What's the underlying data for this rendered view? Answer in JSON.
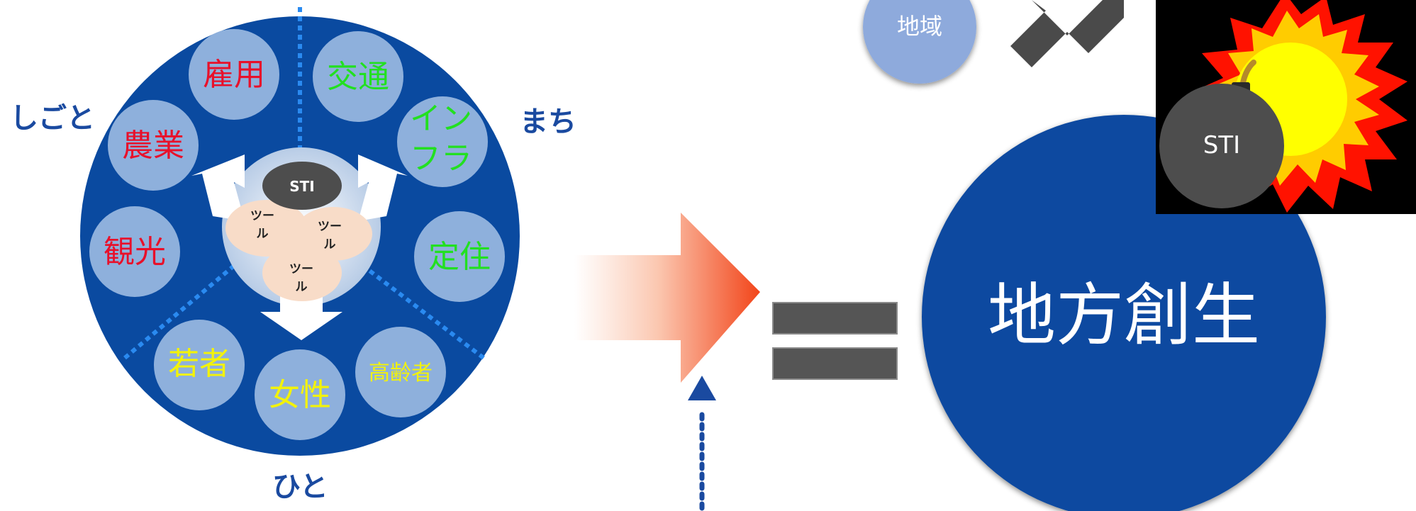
{
  "labels": {
    "shigoto": "しごと",
    "machi": "まち",
    "hito": "ひと"
  },
  "items": {
    "koyou": "雇用",
    "nougyou": "農業",
    "kankou": "観光",
    "koutsu": "交通",
    "infra_line1": "イン",
    "infra_line2": "フラ",
    "teijuu": "定住",
    "wakamono": "若者",
    "josei": "女性",
    "koureisha": "高齢者"
  },
  "hub": {
    "sti": "STI",
    "tool1_line1": "ツー",
    "tool1_line2": "ル",
    "tool2_line1": "ツー",
    "tool2_line2": "ル",
    "tool3_line1": "ツー",
    "tool3_line2": "ル"
  },
  "right": {
    "chiiki": "地域",
    "sti_bomb": "STI",
    "chihou_sousei": "地方創生"
  },
  "colors": {
    "dark_blue": "#0a4aa0",
    "light_blue_circle": "#8eb0dc",
    "red_text": "#e8102a",
    "green_text": "#22e020",
    "yellow_text": "#f2f20a",
    "dark_gray": "#4d4d4d",
    "orange_arrow": "#f25a20"
  }
}
